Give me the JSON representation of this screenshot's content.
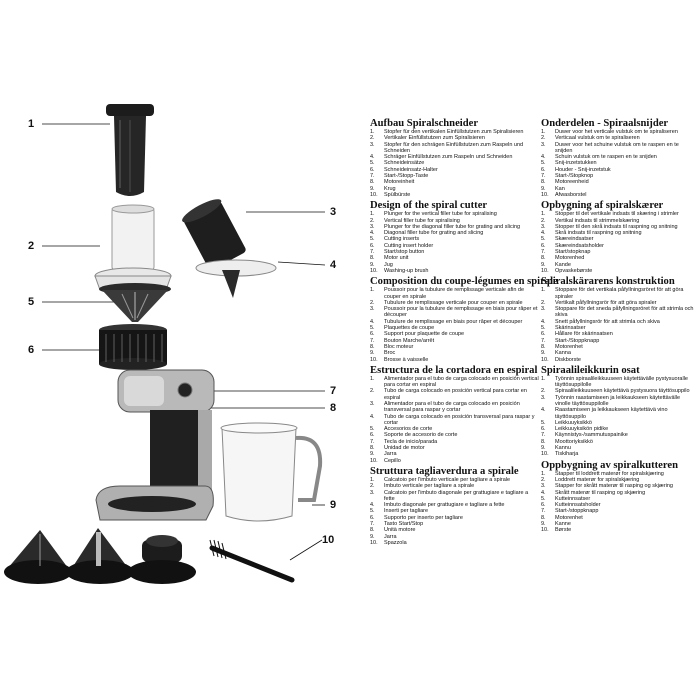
{
  "callouts": [
    "1",
    "2",
    "3",
    "4",
    "5",
    "6",
    "7",
    "8",
    "9",
    "10"
  ],
  "sections": [
    {
      "title": "Aufbau Spiralschneider",
      "items": [
        "Stopfer für den vertikalen Einfüllstutzen zum Spiralisieren",
        "Vertikaler Einfüllstutzen zum Spiralisieren",
        "Stopfer für den schrägen Einfüllstutzen zum Raspeln und Schneiden",
        "Schräger Einfüllstutzen zum Raspeln und Schneiden",
        "Schneideinsätze",
        "Schneideinsatz-Halter",
        "Start-/Stopp-Taste",
        "Motoreinheit",
        "Krug",
        "Spülbürste"
      ]
    },
    {
      "title": "Design of the spiral cutter",
      "items": [
        "Plunger for the vertical filler tube for spiralising",
        "Vertical filler tube for spiralising",
        "Plunger for the diagonal filler tube for grating and slicing",
        "Diagonal filler tube for grating and slicing",
        "Cutting inserts",
        "Cutting insert holder",
        "Start/stop button",
        "Motor unit",
        "Jug",
        "Washing-up brush"
      ]
    },
    {
      "title": "Composition du coupe-légumes en spirale",
      "items": [
        "Poussoir pour la tubulure de remplissage verticale afin de couper en spirale",
        "Tubulure de remplissage verticale pour couper en spirale",
        "Poussoir pour la tubulure de remplissage en biais pour râper et découper",
        "Tubulure de remplissage en biais pour râper et découper",
        "Plaquettes de coupe",
        "Support pour plaquette de coupe",
        "Bouton Marche/arrêt",
        "Bloc moteur",
        "Broc",
        "Brosse à vaisselle"
      ]
    },
    {
      "title": "Estructura de la cortadora en espiral",
      "items": [
        "Alimentador para el tubo de carga colocado en posición vertical para cortar en espiral",
        "Tubo de carga colocado en posición vertical para cortar en espiral",
        "Alimentador para el tubo de carga colocado en posición transversal para raspar y cortar",
        "Tubo de carga colocado en posición transversal para raspar y cortar",
        "Accesorios de corte",
        "Soporte de accesorio de corte",
        "Tecla de inicio/parada",
        "Unidad de motor",
        "Jarra",
        "Cepillo"
      ]
    },
    {
      "title": "Struttura tagliaverdura a spirale",
      "items": [
        "Calcatoio per l'imbuto verticale per tagliare a spirale",
        "Imbuto verticale per tagliare a spirale",
        "Calcatoio per l'imbuto diagonale per grattugiare e tagliare a fette",
        "Imbuto diagonale per grattugiare e tagliare a fette",
        "Inserti per tagliare",
        "Supporto per inserto per tagliare",
        "Tasto Start/Stop",
        "Unità motore",
        "Jarra",
        "Spazzola"
      ]
    },
    {
      "title": "Onderdelen - Spiraalsnijder",
      "items": [
        "Duwer voor het verticale vulstuk om te spiraliseren",
        "Verticaal vulstuk om te spiraliseren",
        "Duwer voor het schuine vulstuk om te raspen en te snijden",
        "Schuin vulstuk om te raspen en te snijden",
        "Snij-inzetstukken",
        "Houder - Snij-inzetstuk",
        "Start-/Stopknop",
        "Motoreenheid",
        "Kan",
        "Afwasborstel"
      ]
    },
    {
      "title": "Opbygning af spiralskærer",
      "items": [
        "Stopper til det vertikale indsats til skæring i strimler",
        "Vertikal indsats til strimmelskæring",
        "Stopper til den skrå indsats til raspning og snitning",
        "Skrå indsats til raspning og snitning",
        "Skæreindsatser",
        "Skæreindsatsholder",
        "Start/stopknap",
        "Motorenhed",
        "Kande",
        "Opvaskebørste"
      ]
    },
    {
      "title": "Spiralskärarens konstruktion",
      "items": [
        "Stoppare för det vertikala påfyllningsröret för att göra spiraler",
        "Vertikalt påfyllningsrör för att göra spiraler",
        "Stoppare för det sneda påfyllningsröret för att strimla och skiva",
        "Snett påfyllningsrör för att strimla och skiva",
        "Skärinsatser",
        "Hållare för skärinsatsen",
        "Start-/Stoppknapp",
        "Motorenhet",
        "Kanna",
        "Diskborste"
      ]
    },
    {
      "title": "Spiraalileikkurin osat",
      "items": [
        "Työnnin spiraalileikkuuseen käytettävälle pystysuoralle täyttösuppilolle",
        "Spiraalileikkuuseen käytettävä pystysuora täyttösuppilo",
        "Työnnin raastamiseen ja leikkaukseen käytettävälle vinolle täyttösuppilolle",
        "Raastamiseen ja leikkaukseen käytettävä vino täyttösuppilo",
        "Leikkuuyksikkö",
        "Leikkuuyksikön pidike",
        "Käynnistys-/sammutuspainike",
        "Moottoriyksikkö",
        "Kannu",
        "Tiskiharja"
      ]
    },
    {
      "title": "Oppbygning av spiralkutteren",
      "items": [
        "Stapper til loddrett materør for spiralskjæring",
        "Loddrett materør for spiralskjæring",
        "Stapper for skrått materør til rasping og skjæring",
        "Skrått materør til rasping og skjæring",
        "Kutteinnsatser",
        "Kutteinnsatsholder",
        "Start-/stoppknapp",
        "Motorenhet",
        "Kanne",
        "Børste"
      ]
    }
  ]
}
